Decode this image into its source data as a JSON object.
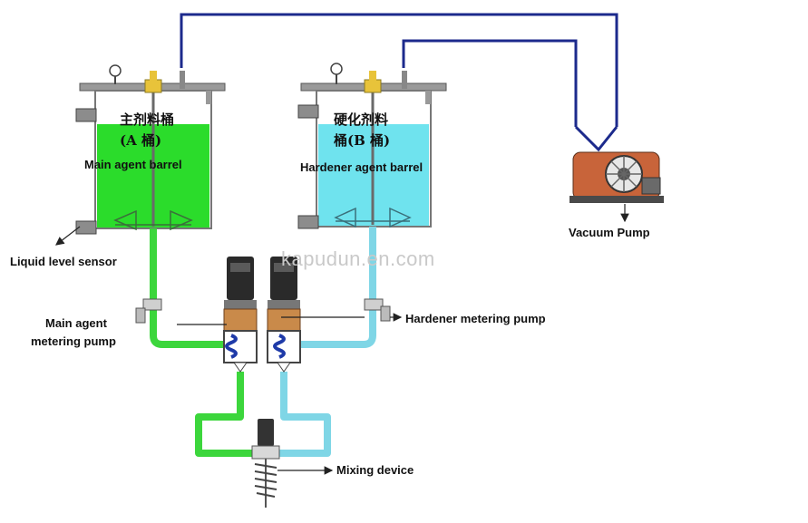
{
  "tanks": {
    "main": {
      "chinese_line1": "主剂料桶",
      "chinese_line2": "(A 桶)",
      "label": "Main agent barrel",
      "fill_color": "#2bdc2b"
    },
    "hardener": {
      "chinese_line1": "硬化剂料",
      "chinese_line2": "桶(B 桶)",
      "label": "Hardener agent barrel",
      "fill_color": "#6fe3ee"
    }
  },
  "labels": {
    "liquid_level_sensor": "Liquid level sensor",
    "main_pump_line1": "Main agent",
    "main_pump_line2": "metering pump",
    "hardener_pump": "Hardener metering pump",
    "vacuum_pump": "Vacuum Pump",
    "mixing_device": "Mixing device"
  },
  "watermark": "kapudun.en.com",
  "colors": {
    "vacuum_line": "#1c2a8c",
    "green_pipe": "#3cd63c",
    "cyan_pipe": "#7fd6e6",
    "pump_body": "#c98a4a",
    "motor": "#2a2a2a",
    "vacuum_pump_body": "#c8643a"
  }
}
